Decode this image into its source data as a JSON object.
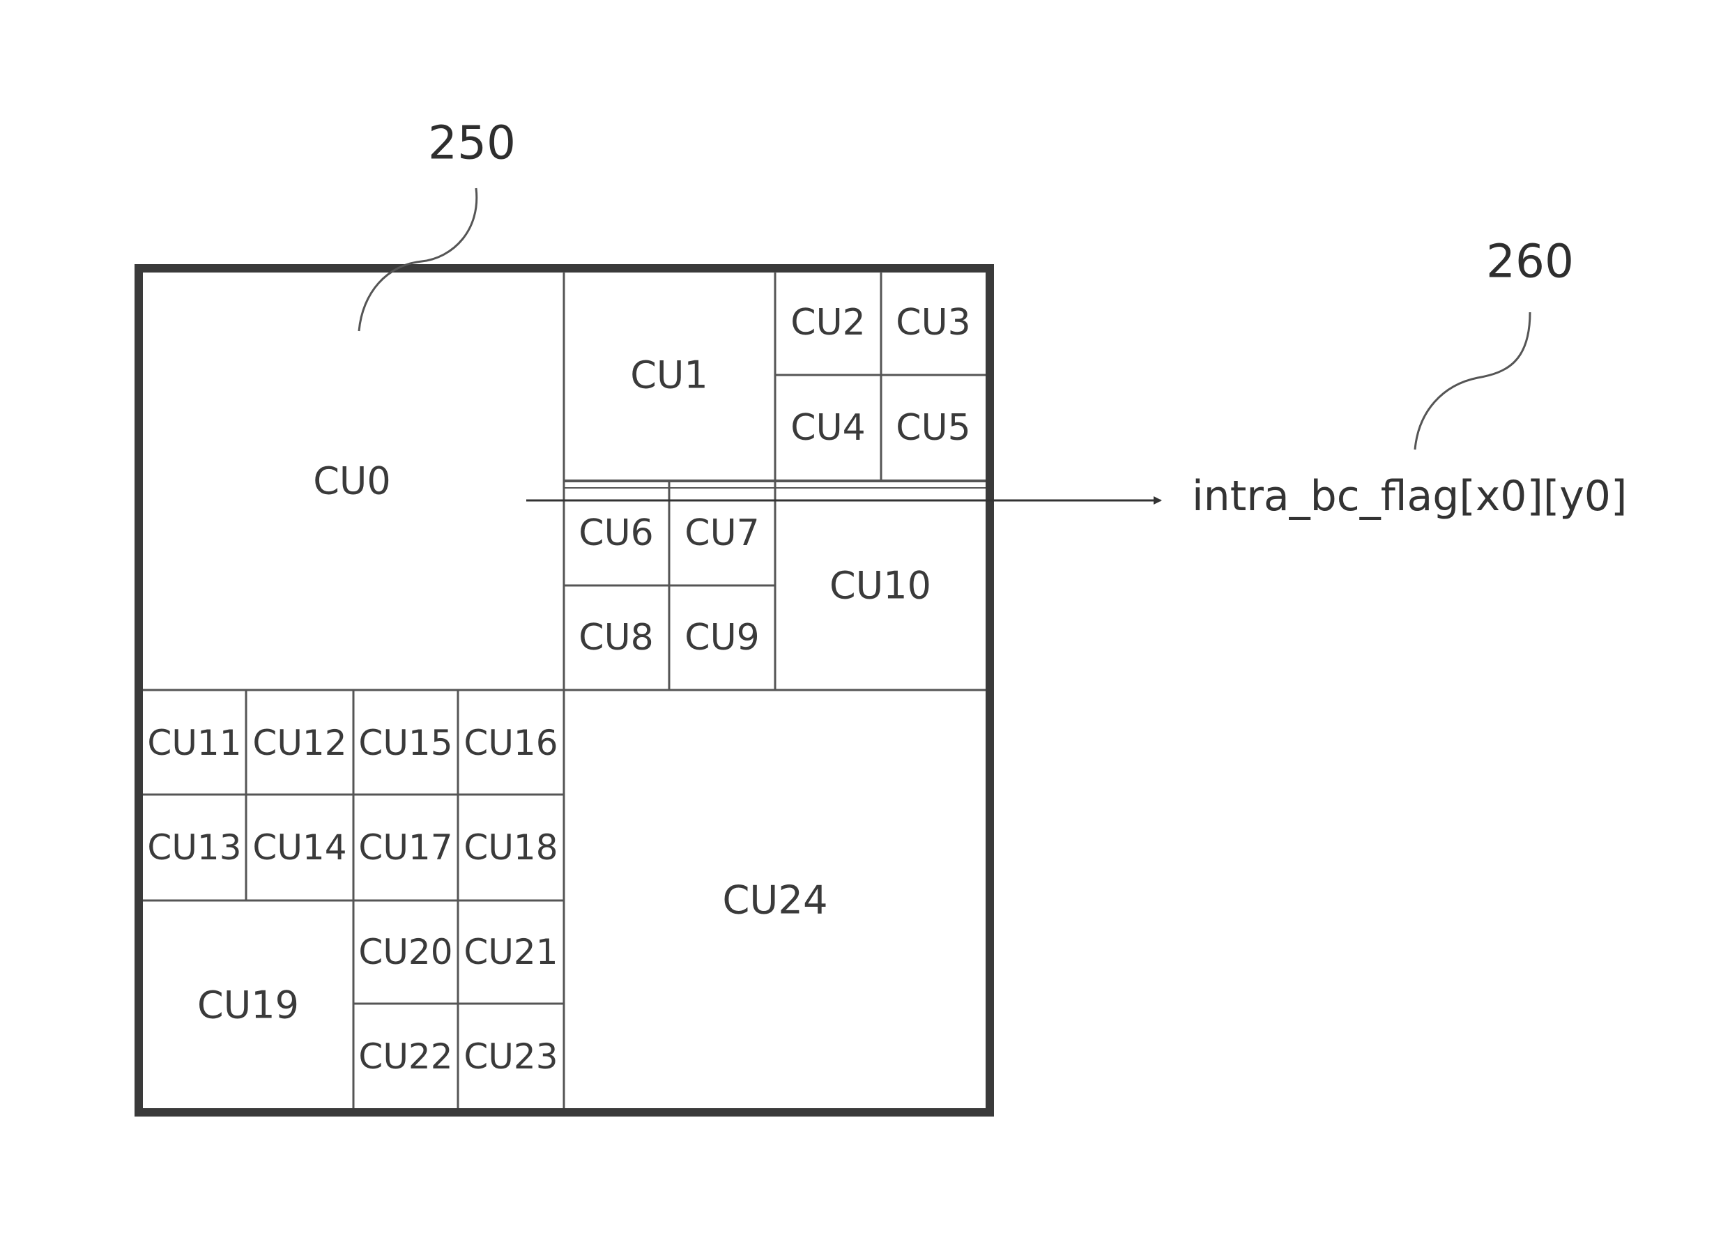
{
  "references": {
    "block_ref": "250",
    "flag_ref": "260"
  },
  "flag_label": "intra_bc_flag[x0][y0]",
  "units": {
    "cu0": "CU0",
    "cu1": "CU1",
    "cu2": "CU2",
    "cu3": "CU3",
    "cu4": "CU4",
    "cu5": "CU5",
    "cu6": "CU6",
    "cu7": "CU7",
    "cu8": "CU8",
    "cu9": "CU9",
    "cu10": "CU10",
    "cu11": "CU11",
    "cu12": "CU12",
    "cu13": "CU13",
    "cu14": "CU14",
    "cu15": "CU15",
    "cu16": "CU16",
    "cu17": "CU17",
    "cu18": "CU18",
    "cu19": "CU19",
    "cu20": "CU20",
    "cu21": "CU21",
    "cu22": "CU22",
    "cu23": "CU23",
    "cu24": "CU24"
  }
}
